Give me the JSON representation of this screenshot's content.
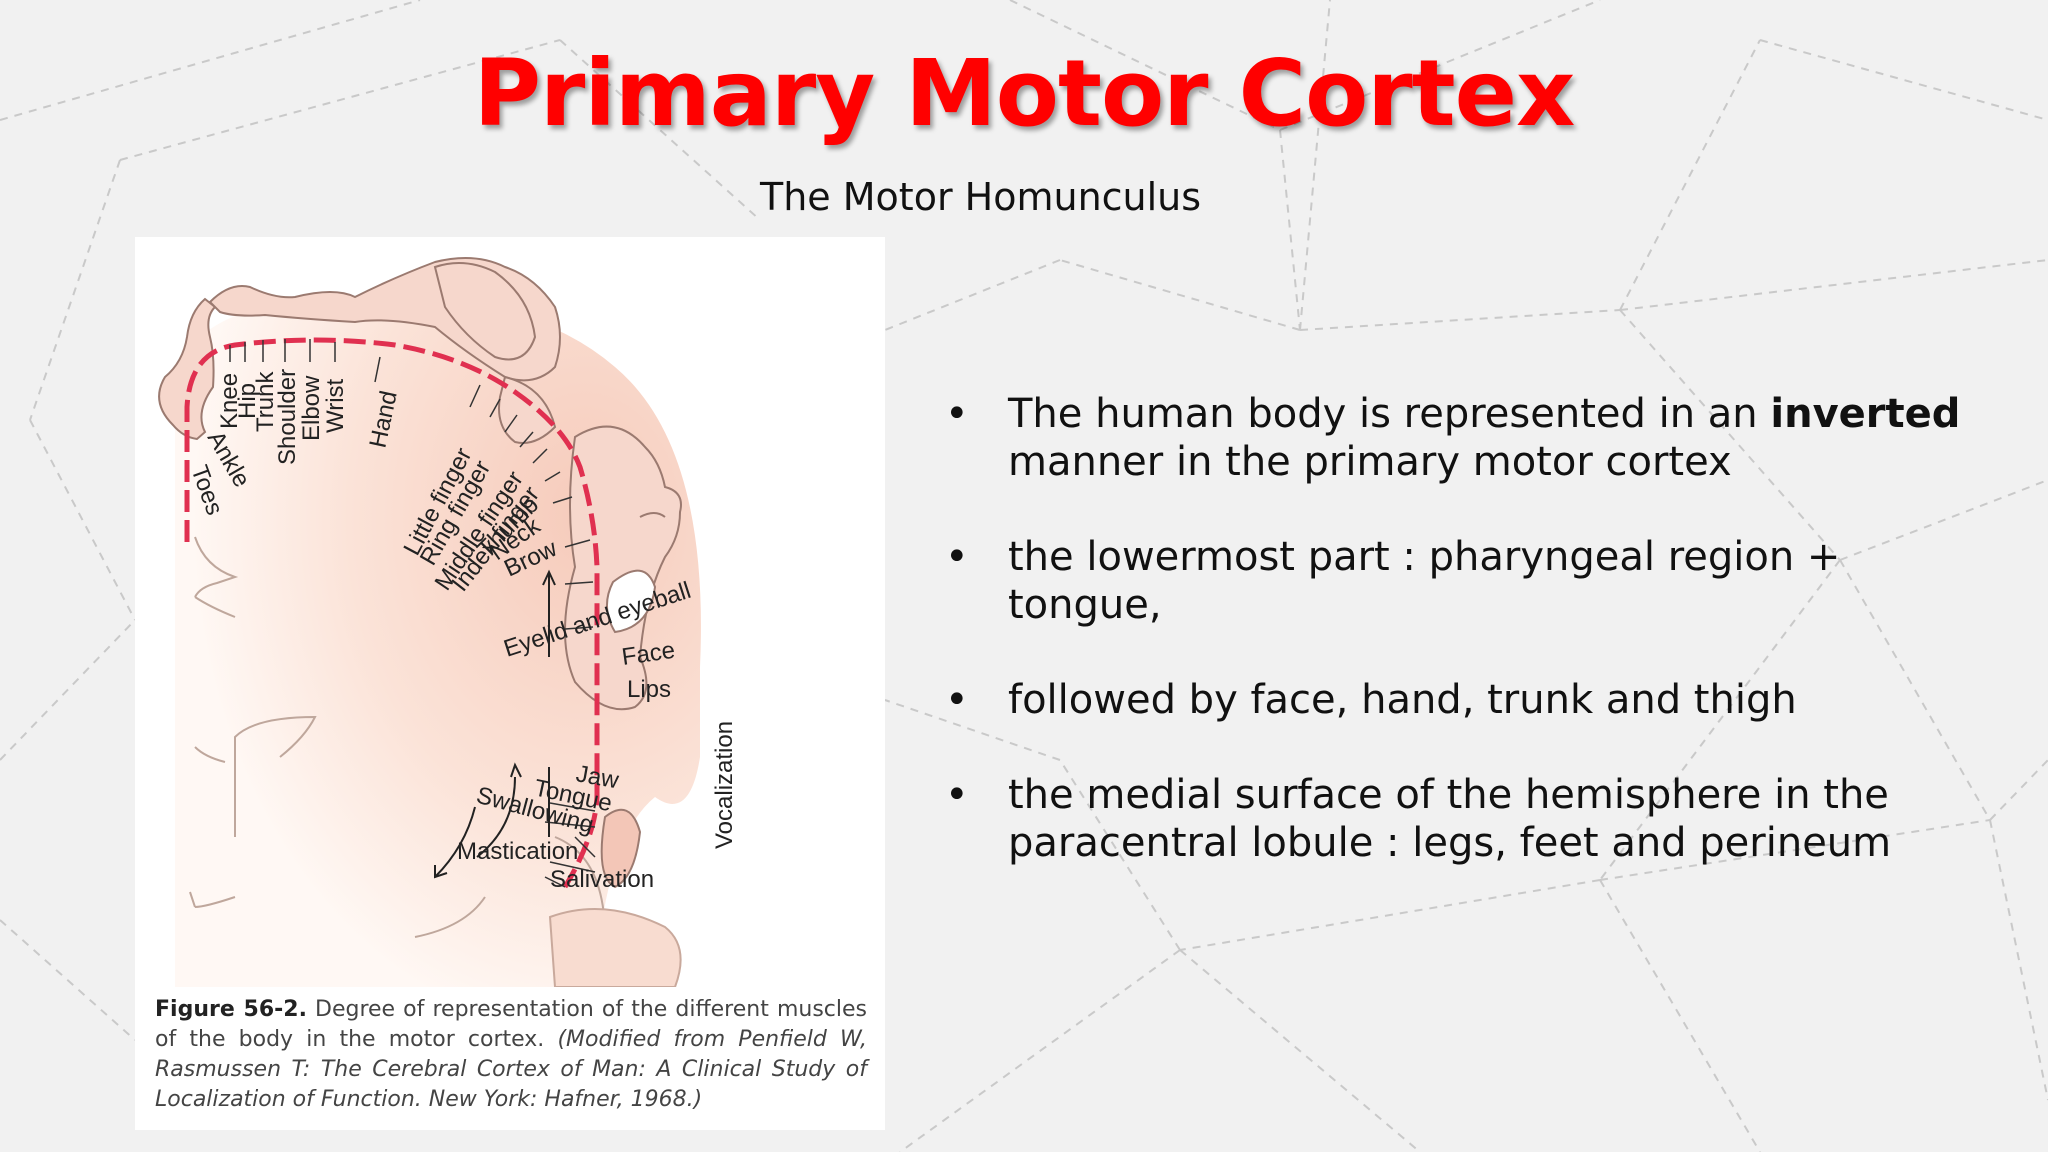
{
  "title": "Primary Motor Cortex",
  "subtitle": "The Motor Homunculus",
  "figure": {
    "labels": {
      "toes": "Toes",
      "ankle": "Ankle",
      "knee": "Knee",
      "hip": "Hip",
      "trunk": "Trunk",
      "shoulder": "Shoulder",
      "elbow": "Elbow",
      "wrist": "Wrist",
      "hand": "Hand",
      "little_finger": "Little finger",
      "ring_finger": "Ring finger",
      "middle_finger": "Middle finger",
      "index_finger": "Index finger",
      "thumb": "Thumb",
      "neck": "Neck",
      "brow": "Brow",
      "eyelid": "Eyelid and eyeball",
      "face": "Face",
      "lips": "Lips",
      "jaw": "Jaw",
      "tongue": "Tongue",
      "swallowing": "Swallowing",
      "mastication": "Mastication",
      "salivation": "Salivation",
      "vocalization": "Vocalization"
    },
    "caption": {
      "number": "Figure 56-2.",
      "text": " Degree of representation of the different muscles of the body in the motor cortex. ",
      "citation": "(Modified from Penfield W, Rasmussen T: The Cerebral Cortex of Man: A Clinical Study of Localization of Function. New York: Hafner, 1968.)"
    }
  },
  "bullets": [
    {
      "marker": "•",
      "before": "The human body is represented in an ",
      "bold": "inverted",
      "after": " manner in the primary motor cortex"
    },
    {
      "marker": "•",
      "text": "the lowermost part : pharyngeal region + tongue,"
    },
    {
      "marker": "•",
      "text": "followed by face, hand, trunk and thigh"
    },
    {
      "marker": "•",
      "text": "the medial surface of the hemisphere in the paracentral lobule : legs, feet and perineum"
    }
  ],
  "colors": {
    "title": "#ff0000",
    "cortex_line": "#e03050",
    "homunculus_fill": "#f6d7cc",
    "background": "#f1f1f1"
  }
}
